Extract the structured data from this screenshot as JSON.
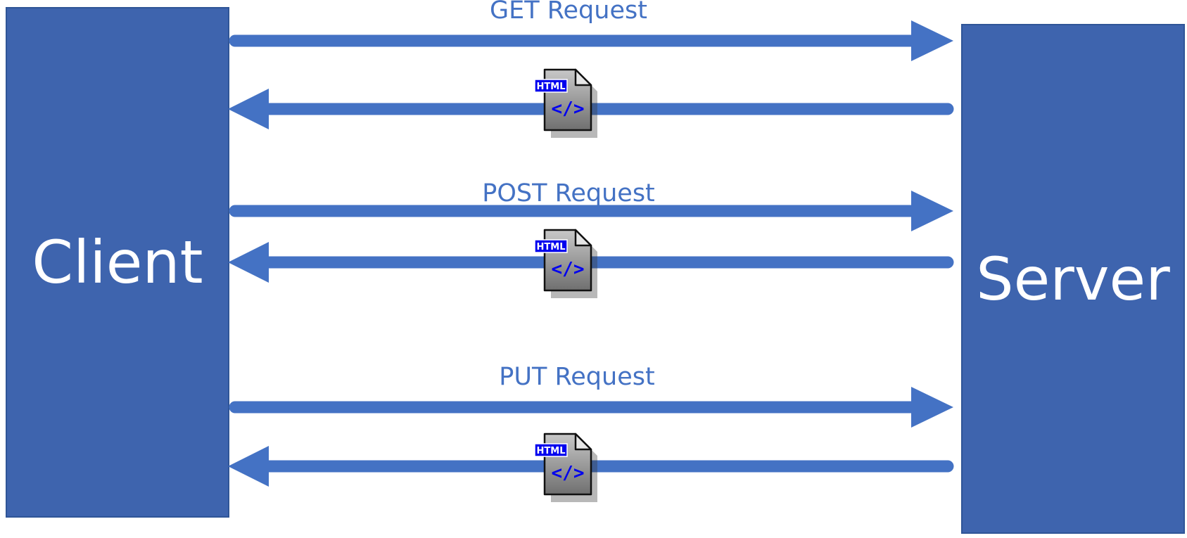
{
  "nodes": {
    "client": "Client",
    "server": "Server"
  },
  "requests": [
    {
      "label": "GET Request",
      "direction": "client-to-server"
    },
    {
      "label": "POST Request",
      "direction": "client-to-server"
    },
    {
      "label": "PUT Request",
      "direction": "client-to-server"
    }
  ],
  "responses": [
    {
      "icon": "html-file-icon",
      "badge": "HTML",
      "glyph": "</>"
    },
    {
      "icon": "html-file-icon",
      "badge": "HTML",
      "glyph": "</>"
    },
    {
      "icon": "html-file-icon",
      "badge": "HTML",
      "glyph": "</>"
    }
  ],
  "colors": {
    "box": "#3e64ae",
    "arrow": "#4472c4",
    "label": "#4472c4",
    "badge": "#0000ee"
  }
}
